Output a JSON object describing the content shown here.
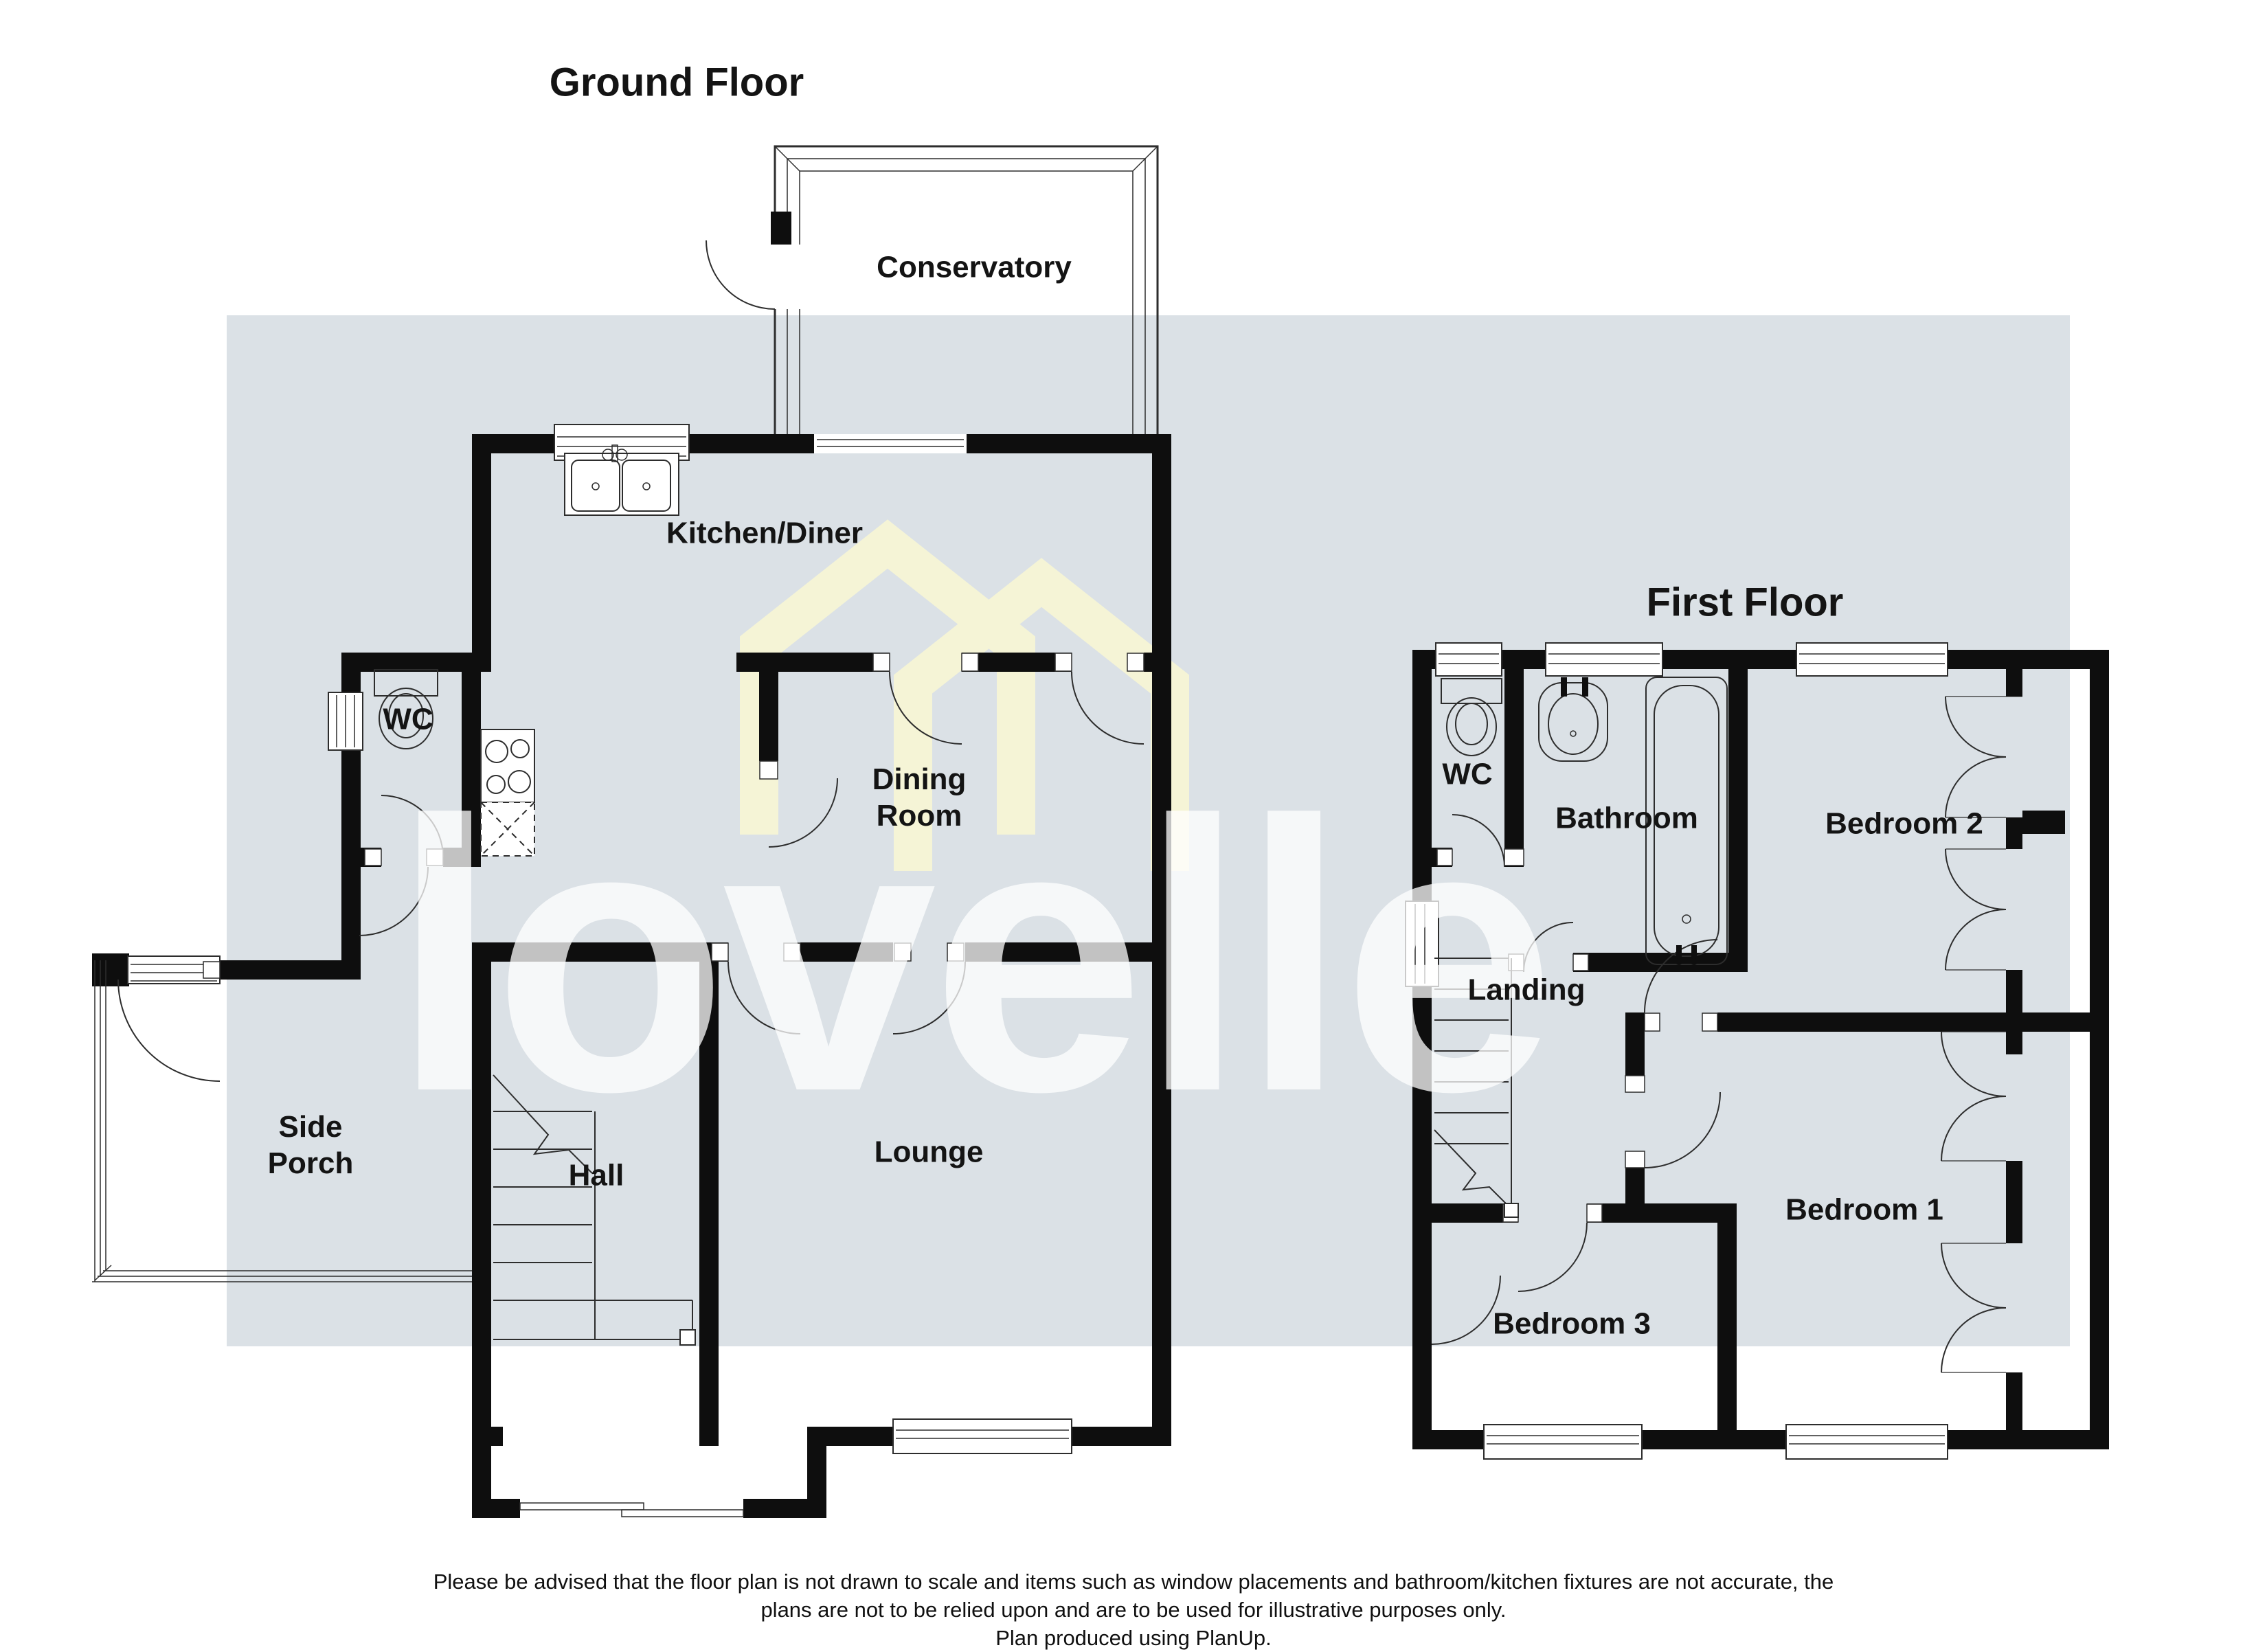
{
  "watermark": {
    "text": "lovelle",
    "logo_icon": "overlapping-houses-icon"
  },
  "colors": {
    "wall": "#0e0e0e",
    "thin_line": "#2d2d2d",
    "plot_band": "#dbe1e6",
    "watermark_text": "rgba(255,255,255,0.75)",
    "watermark_logo": "#f5f4d6",
    "label_text": "#141414",
    "background": "#ffffff"
  },
  "ground_floor": {
    "title": "Ground Floor",
    "rooms": {
      "conservatory": "Conservatory",
      "kitchen_diner": "Kitchen/Diner",
      "wc": "WC",
      "dining_room": "Dining Room",
      "side_porch": "Side Porch",
      "hall": "Hall",
      "lounge": "Lounge"
    }
  },
  "first_floor": {
    "title": "First Floor",
    "rooms": {
      "wc": "WC",
      "bathroom": "Bathroom",
      "bedroom_2": "Bedroom 2",
      "landing": "Landing",
      "bedroom_3": "Bedroom 3",
      "bedroom_1": "Bedroom 1"
    }
  },
  "footer": {
    "line1": "Please be advised that the floor plan is not drawn to scale and items such as window placements and bathroom/kitchen fixtures are not accurate, the",
    "line2": "plans are not to be relied upon and are to be used for illustrative purposes only.",
    "line3": "Plan produced using PlanUp."
  }
}
